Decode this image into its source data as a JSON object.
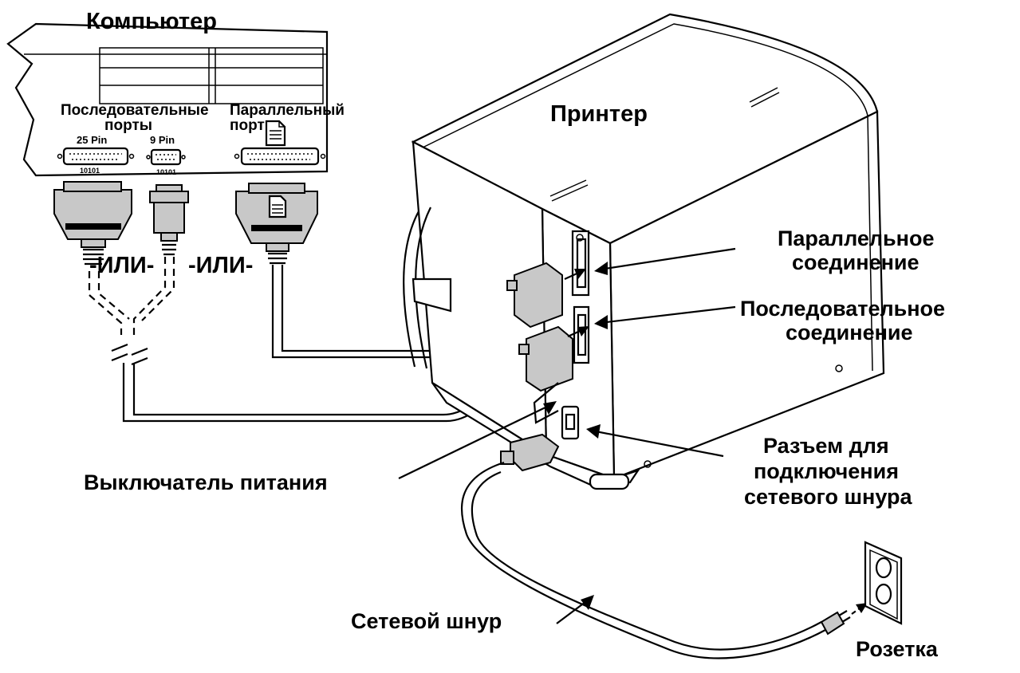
{
  "labels": {
    "computer": "Компьютер",
    "serial_ports_line1": "Последовательные",
    "serial_ports_line2": "порты",
    "parallel_port_line1": "Параллельный",
    "parallel_port_line2": "порт",
    "pin25": "25 Pin",
    "pin9": "9 Pin",
    "code25": "10101",
    "code9": "10101",
    "or1": "-ИЛИ-",
    "or2": "-ИЛИ-",
    "printer": "Принтер",
    "parallel_conn_line1": "Параллельное",
    "parallel_conn_line2": "соединение",
    "serial_conn_line1": "Последовательное",
    "serial_conn_line2": "соединение",
    "power_socket_line1": "Разъем для",
    "power_socket_line2": "подключения",
    "power_socket_line3": "сетевого шнура",
    "power_switch": "Выключатель питания",
    "power_cord": "Сетевой шнур",
    "outlet": "Розетка"
  },
  "icons": [
    "document-icon",
    "arrow-icon",
    "plug-icon",
    "wall-outlet-icon"
  ]
}
